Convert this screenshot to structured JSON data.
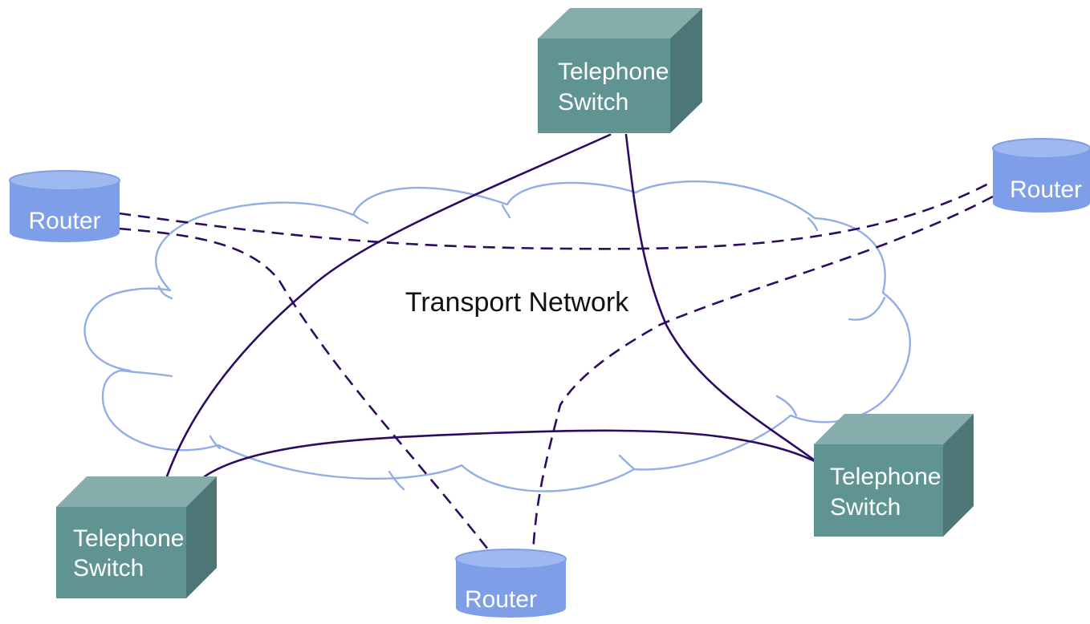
{
  "diagram": {
    "cloud_label": "Transport Network",
    "switches": [
      {
        "lines": [
          "Telephone",
          "Switch"
        ]
      },
      {
        "lines": [
          "Telephone",
          "Switch"
        ]
      },
      {
        "lines": [
          "Telephone",
          "Switch"
        ]
      }
    ],
    "routers": [
      {
        "label": "Router"
      },
      {
        "label": "Router"
      },
      {
        "label": "Router"
      }
    ],
    "colors": {
      "switch_front": "#5f9493",
      "switch_top": "#86adab",
      "switch_side": "#4d7776",
      "router_body": "#7f9ee8",
      "router_top": "#9eb8f0",
      "cloud_outline": "#92aee6",
      "link": "#2c0b62",
      "text_dark": "#111111",
      "text_light": "#ffffff"
    }
  }
}
